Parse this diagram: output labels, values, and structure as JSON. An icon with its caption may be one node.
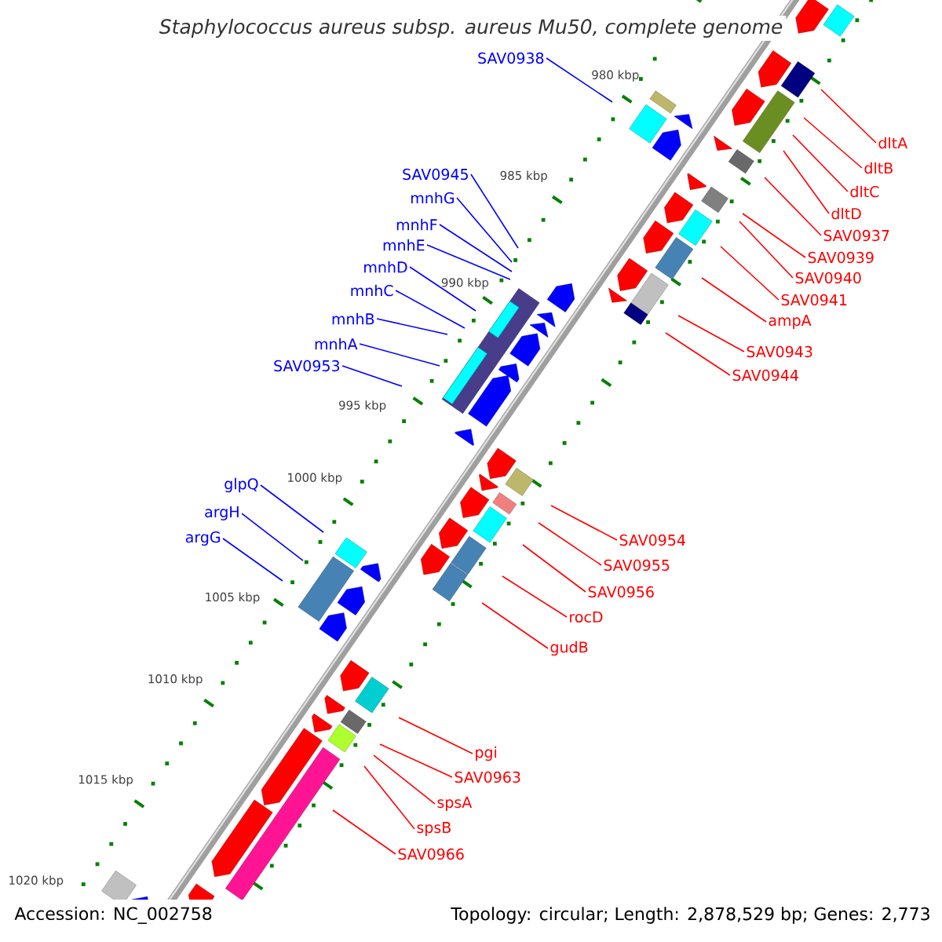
{
  "diagram": {
    "title": "Staphylococcus aureus subsp. aureus Mu50, complete genome",
    "nodes": [
      {
        "text": [
          "SAV0938"
        ]
      },
      {
        "text": [
          "SAV0945"
        ]
      },
      {
        "text": [
          "mnhG"
        ]
      },
      {
        "text": [
          "mnhF"
        ]
      },
      {
        "text": [
          "mnhE"
        ]
      },
      {
        "text": [
          "mnhD"
        ]
      },
      {
        "text": [
          "mnhC"
        ]
      },
      {
        "text": [
          "mnhB"
        ]
      },
      {
        "text": [
          "mnhA"
        ]
      },
      {
        "text": [
          "SAV0953"
        ]
      },
      {
        "text": [
          "glpQ"
        ]
      },
      {
        "text": [
          "argH"
        ]
      },
      {
        "text": [
          "argG"
        ]
      },
      {
        "text": [
          "dltA"
        ]
      },
      {
        "text": [
          "dltB"
        ]
      },
      {
        "text": [
          "dltC"
        ]
      },
      {
        "text": [
          "dltD"
        ]
      },
      {
        "text": [
          "SAV0937"
        ]
      },
      {
        "text": [
          "SAV0939"
        ]
      },
      {
        "text": [
          "SAV0940"
        ]
      },
      {
        "text": [
          "SAV0941"
        ]
      },
      {
        "text": [
          "ampA"
        ]
      },
      {
        "text": [
          "SAV0943"
        ]
      },
      {
        "text": [
          "SAV0944"
        ]
      },
      {
        "text": [
          "SAV0954"
        ]
      },
      {
        "text": [
          "SAV0955"
        ]
      },
      {
        "text": [
          "SAV0956"
        ]
      },
      {
        "text": [
          "rocD"
        ]
      },
      {
        "text": [
          "gudB"
        ]
      },
      {
        "text": [
          "pgi"
        ]
      },
      {
        "text": [
          "SAV0963"
        ]
      },
      {
        "text": [
          "spsA"
        ]
      },
      {
        "text": [
          "spsB"
        ]
      },
      {
        "text": [
          "SAV0966"
        ]
      }
    ],
    "edges": [
      {
        "from": 0,
        "to": null,
        "arrow": "none",
        "color": "#0000ff"
      },
      {
        "from": 1,
        "to": null,
        "arrow": "none",
        "color": "#0000ff"
      },
      {
        "from": 2,
        "to": null,
        "arrow": "none",
        "color": "#0000ff"
      },
      {
        "from": 3,
        "to": null,
        "arrow": "none",
        "color": "#0000ff"
      },
      {
        "from": 4,
        "to": null,
        "arrow": "none",
        "color": "#0000ff"
      },
      {
        "from": 5,
        "to": null,
        "arrow": "none",
        "color": "#0000ff"
      },
      {
        "from": 6,
        "to": null,
        "arrow": "none",
        "color": "#0000ff"
      },
      {
        "from": 7,
        "to": null,
        "arrow": "none",
        "color": "#0000ff"
      },
      {
        "from": 8,
        "to": null,
        "arrow": "none",
        "color": "#0000ff"
      },
      {
        "from": 9,
        "to": null,
        "arrow": "none",
        "color": "#0000ff"
      },
      {
        "from": 10,
        "to": null,
        "arrow": "none",
        "color": "#0000ff"
      },
      {
        "from": 11,
        "to": null,
        "arrow": "none",
        "color": "#0000ff"
      },
      {
        "from": 12,
        "to": null,
        "arrow": "none",
        "color": "#0000ff"
      },
      {
        "from": 13,
        "to": null,
        "arrow": "none"
      },
      {
        "from": 14,
        "to": null,
        "arrow": "none"
      },
      {
        "from": 15,
        "to": null,
        "arrow": "none"
      },
      {
        "from": 16,
        "to": null,
        "arrow": "none"
      },
      {
        "from": 17,
        "to": null,
        "arrow": "none"
      },
      {
        "from": 18,
        "to": null,
        "arrow": "none"
      },
      {
        "from": 19,
        "to": null,
        "arrow": "none"
      },
      {
        "from": 20,
        "to": null,
        "arrow": "none"
      },
      {
        "from": 21,
        "to": null,
        "arrow": "none"
      },
      {
        "from": 22,
        "to": null,
        "arrow": "none"
      },
      {
        "from": 23,
        "to": null,
        "arrow": "none"
      },
      {
        "from": 24,
        "to": null,
        "arrow": "none"
      },
      {
        "from": 25,
        "to": null,
        "arrow": "none"
      },
      {
        "from": 26,
        "to": null,
        "arrow": "none"
      },
      {
        "from": 27,
        "to": null,
        "arrow": "none"
      },
      {
        "from": 28,
        "to": null,
        "arrow": "none"
      },
      {
        "from": 29,
        "to": null,
        "arrow": "none"
      },
      {
        "from": 30,
        "to": null,
        "arrow": "none"
      },
      {
        "from": 31,
        "to": null,
        "arrow": "none"
      },
      {
        "from": 32,
        "to": null,
        "arrow": "none"
      },
      {
        "from": 33,
        "to": null,
        "arrow": "none"
      }
    ],
    "labels": [
      "980 kbp",
      "985 kbp",
      "990 kbp",
      "995 kbp",
      "1000 kbp",
      "1005 kbp",
      "1010 kbp",
      "1015 kbp",
      "1020 kbp",
      "Accession: NC_002758",
      "Topology: circular; Length: 2,878,529 bp; Genes: 2,773"
    ]
  }
}
